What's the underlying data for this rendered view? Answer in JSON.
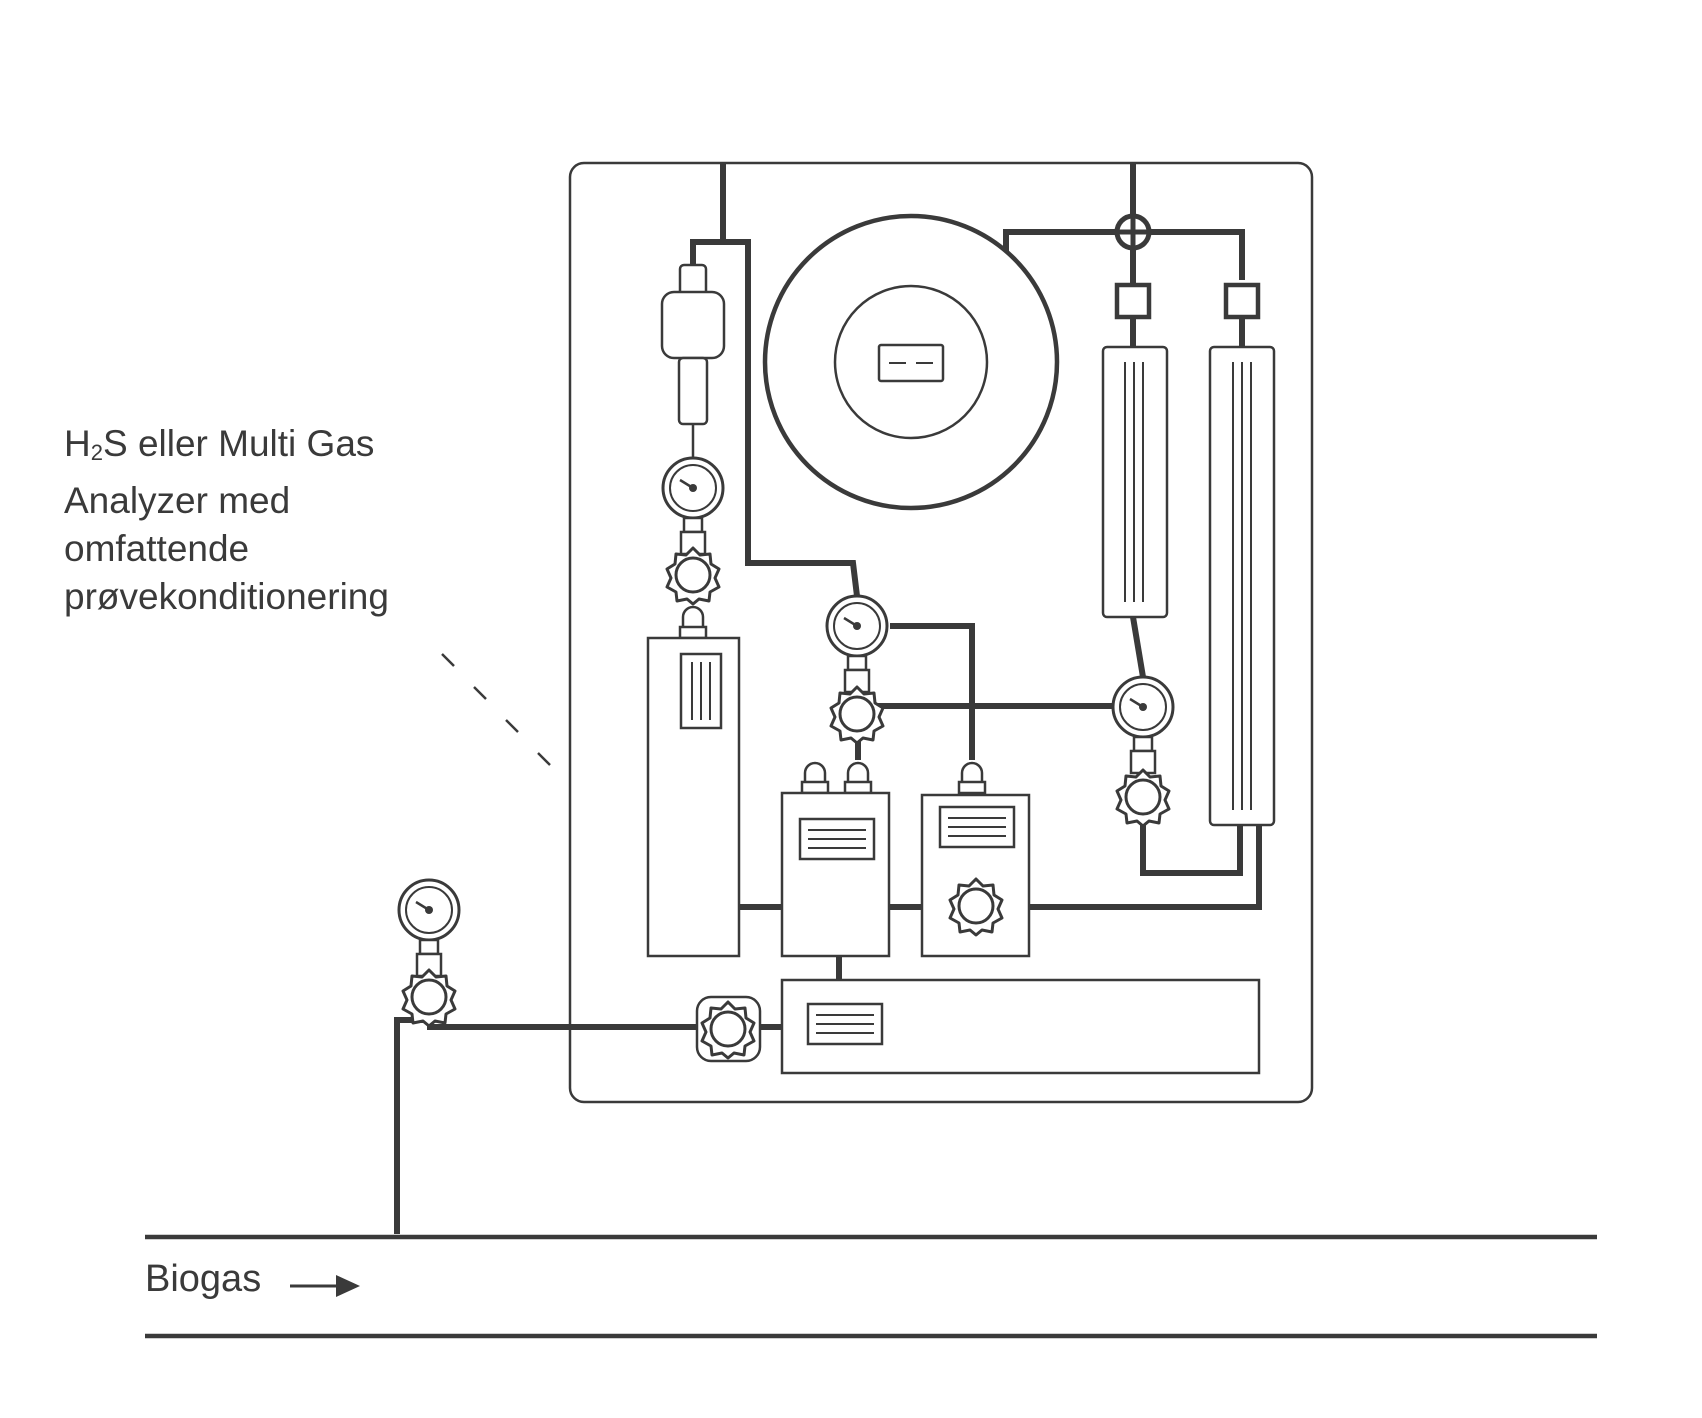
{
  "callout": {
    "line1_pre": "H",
    "line1_sub": "2",
    "line1_post": "S eller Multi Gas",
    "line2": "Analyzer med",
    "line3": "omfattende",
    "line4": "prøvekonditionering"
  },
  "pipeline": {
    "label": "Biogas"
  },
  "colors": {
    "stroke": "#3a3a3a",
    "background": "#ffffff"
  }
}
